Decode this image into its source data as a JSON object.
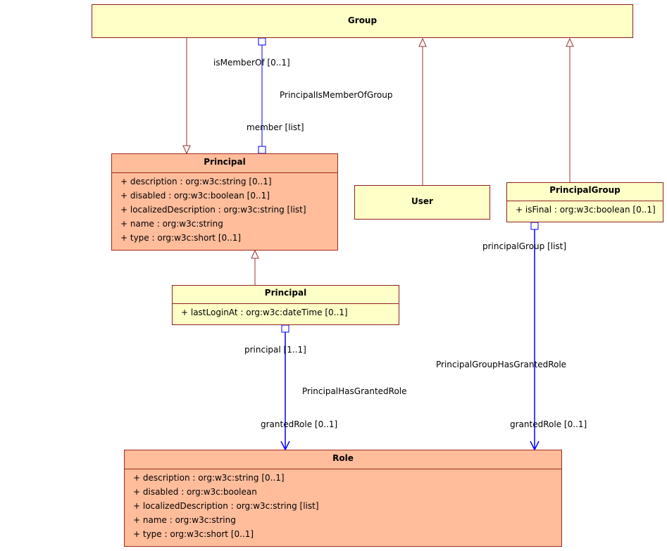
{
  "classes": {
    "group": {
      "name": "Group",
      "attributes": []
    },
    "principal": {
      "name": "Principal",
      "attributes": [
        "+ description : org:w3c:string [0..1]",
        "+ disabled : org:w3c:boolean [0..1]",
        "+ localizedDescription : org:w3c:string [list]",
        "+ name : org:w3c:string",
        "+ type : org:w3c:short [0..1]"
      ]
    },
    "user": {
      "name": "User",
      "attributes": []
    },
    "principal_group": {
      "name": "PrincipalGroup",
      "attributes": [
        "+ isFinal : org:w3c:boolean [0..1]"
      ]
    },
    "principal_ext": {
      "name": "Principal",
      "attributes": [
        "+ lastLoginAt : org:w3c:dateTime [0..1]"
      ]
    },
    "role": {
      "name": "Role",
      "attributes": [
        "+ description : org:w3c:string [0..1]",
        "+ disabled : org:w3c:boolean",
        "+ localizedDescription : org:w3c:string [list]",
        "+ name : org:w3c:string",
        "+ type : org:w3c:short [0..1]"
      ]
    }
  },
  "associations": {
    "is_member_of": {
      "name": "PrincipalIsMemberOfGroup",
      "source_role": "isMemberOf [0..1]",
      "target_role": "member [list]"
    },
    "principal_has_granted_role": {
      "name": "PrincipalHasGrantedRole",
      "source_role": "principal [1..1]",
      "target_role": "grantedRole [0..1]"
    },
    "principal_group_has_granted_role": {
      "name": "PrincipalGroupHasGrantedRole",
      "source_role": "principalGroup [list]",
      "target_role": "grantedRole [0..1]"
    }
  },
  "colors": {
    "class_fill": "#ffffc8",
    "persistent_fill": "#ffbd9b",
    "border": "#8f1f1f",
    "generalization": "#a03030",
    "association": "#0000ff"
  }
}
